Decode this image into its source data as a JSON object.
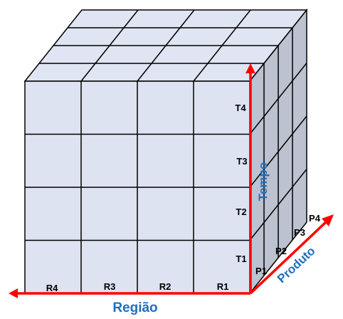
{
  "cube": {
    "colors": {
      "front_face": "#dde3f1",
      "top_face": "#dfe5f2",
      "side_face": "#bcc2cf",
      "grid_line": "#000000",
      "axis_arrow": "#ff0000",
      "axis_label": "#1f6fbf"
    },
    "regiao_labels": [
      "R4",
      "R3",
      "R2",
      "R1"
    ],
    "tempo_labels": [
      "T4",
      "T3",
      "T2",
      "T1"
    ],
    "produto_labels": [
      "P1",
      "P2",
      "P3",
      "P4"
    ],
    "axes": {
      "regiao": "Região",
      "tempo": "Tempo",
      "produto": "Produto"
    }
  }
}
